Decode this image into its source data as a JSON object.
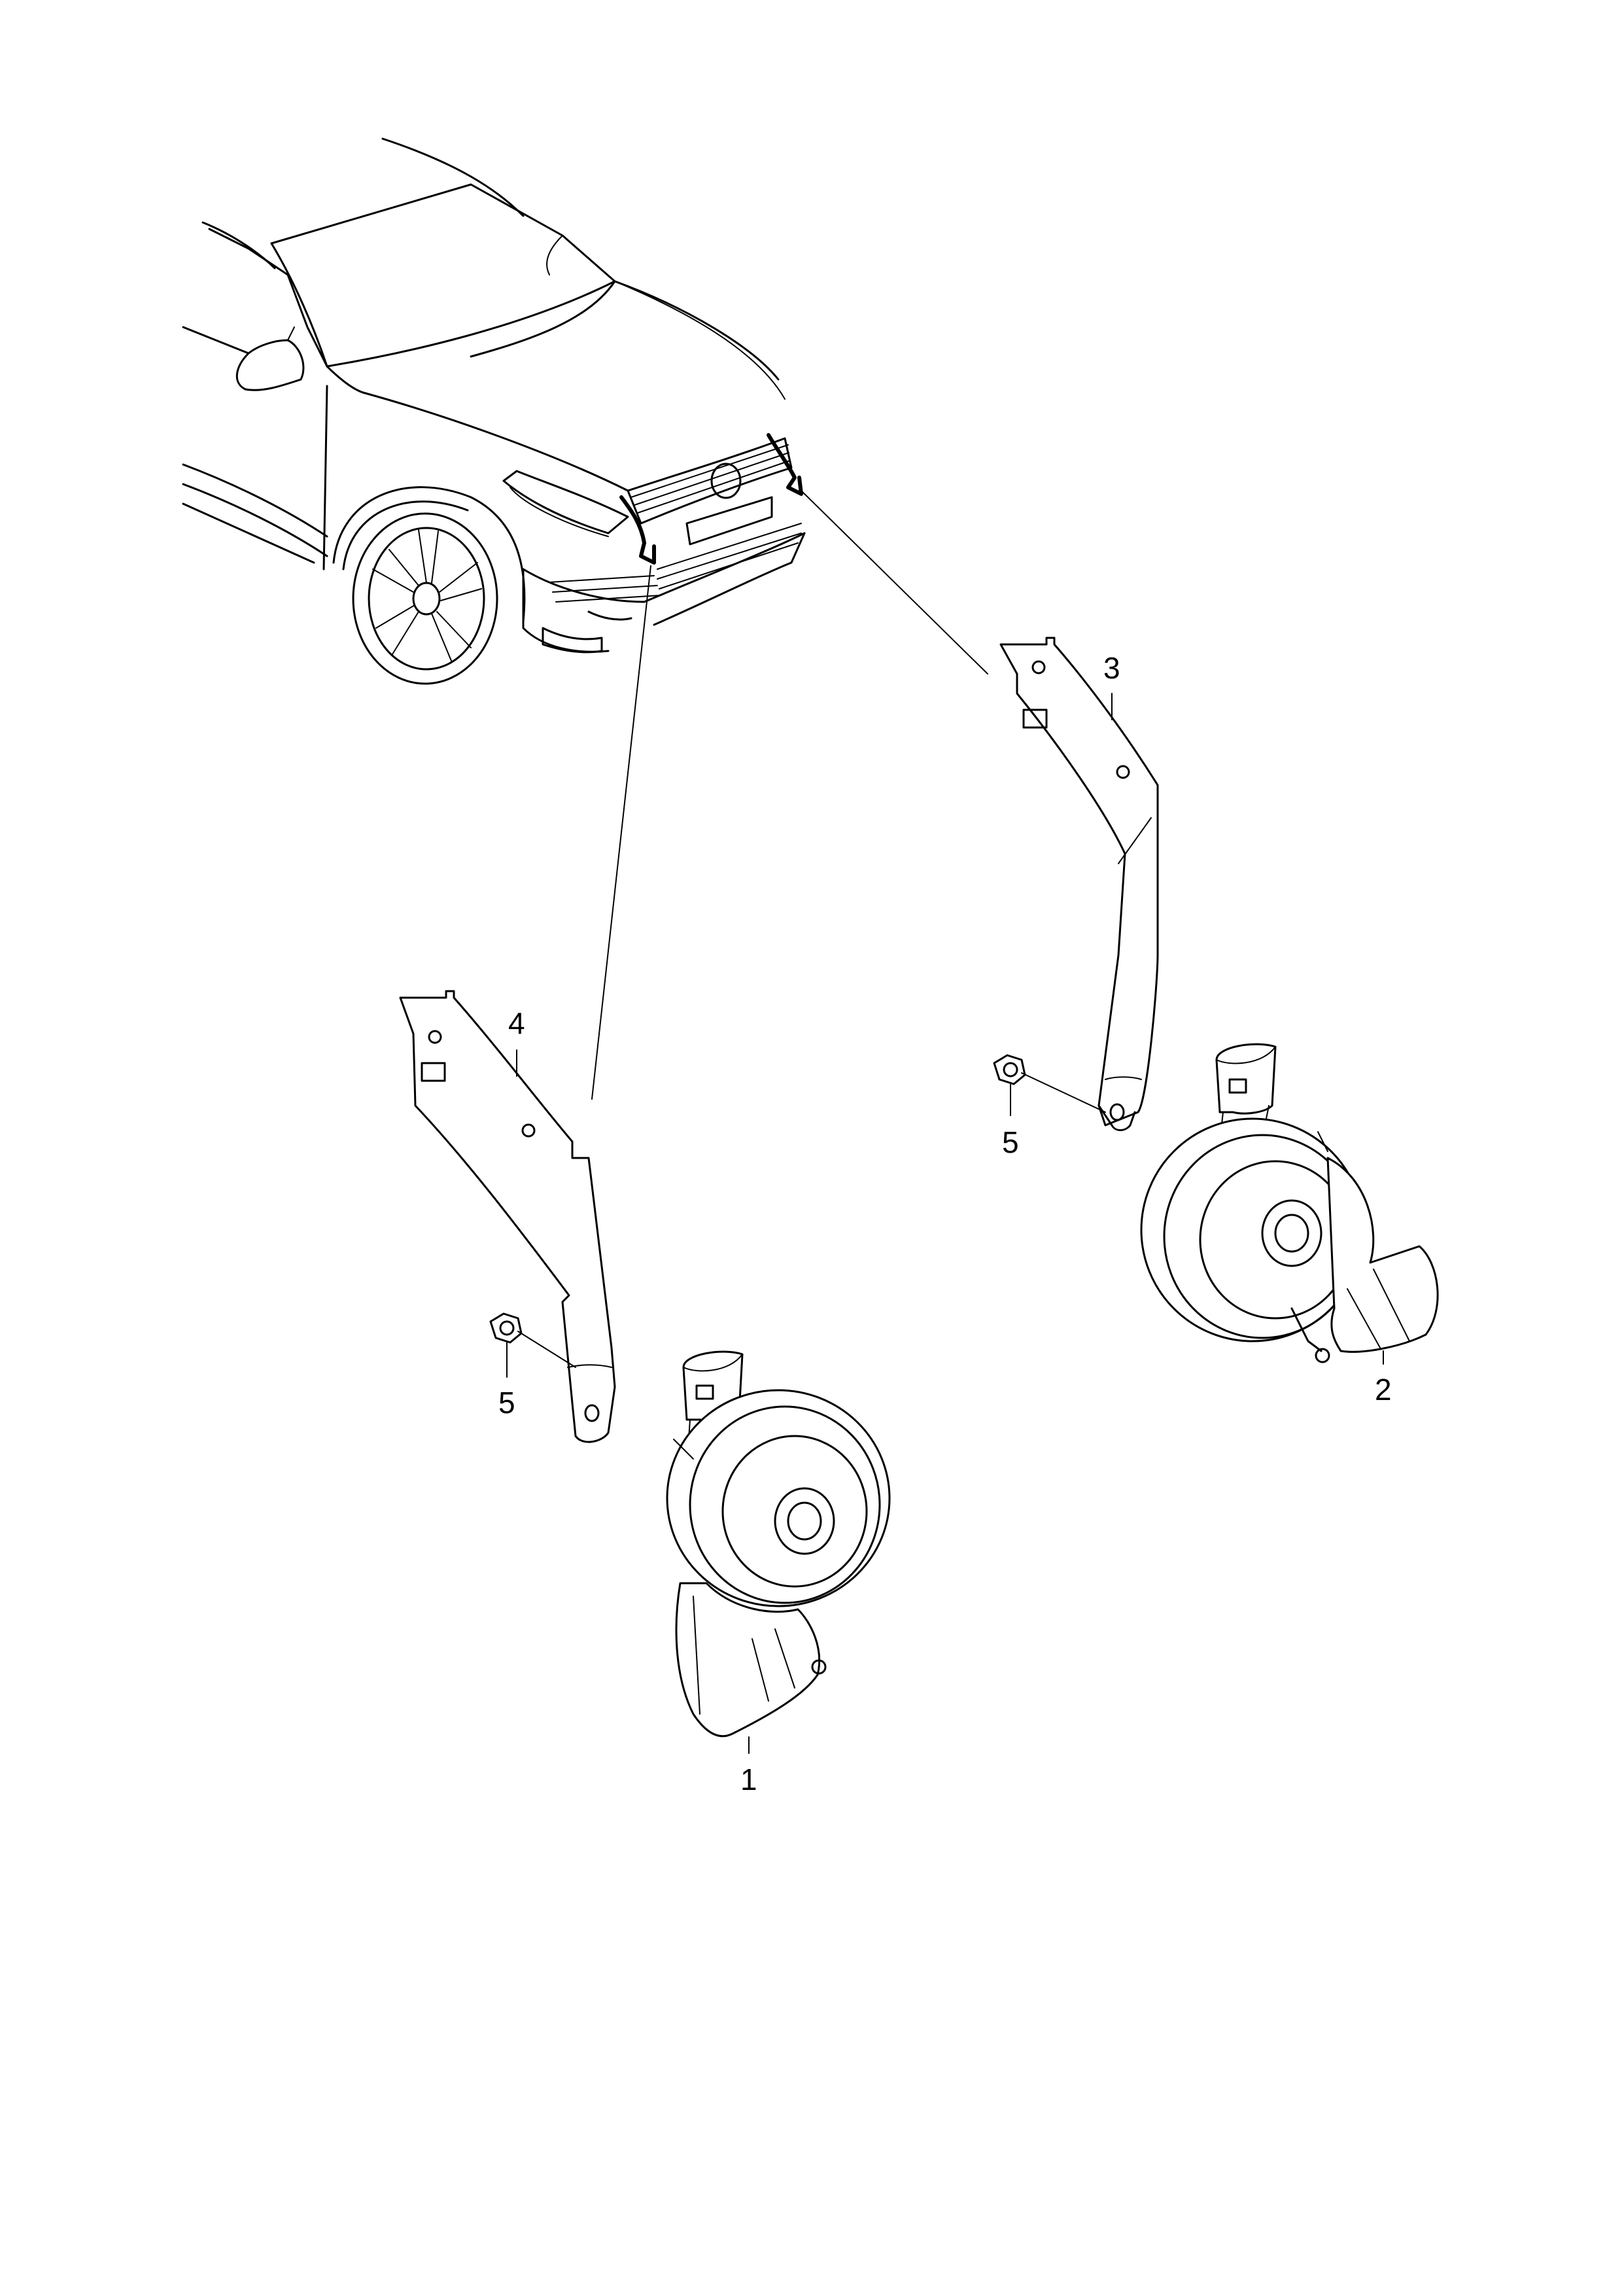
{
  "diagram": {
    "callouts": [
      {
        "id": "1",
        "label": "1"
      },
      {
        "id": "2",
        "label": "2"
      },
      {
        "id": "3",
        "label": "3"
      },
      {
        "id": "4",
        "label": "4"
      },
      {
        "id": "5a",
        "label": "5"
      },
      {
        "id": "5b",
        "label": "5"
      }
    ]
  }
}
